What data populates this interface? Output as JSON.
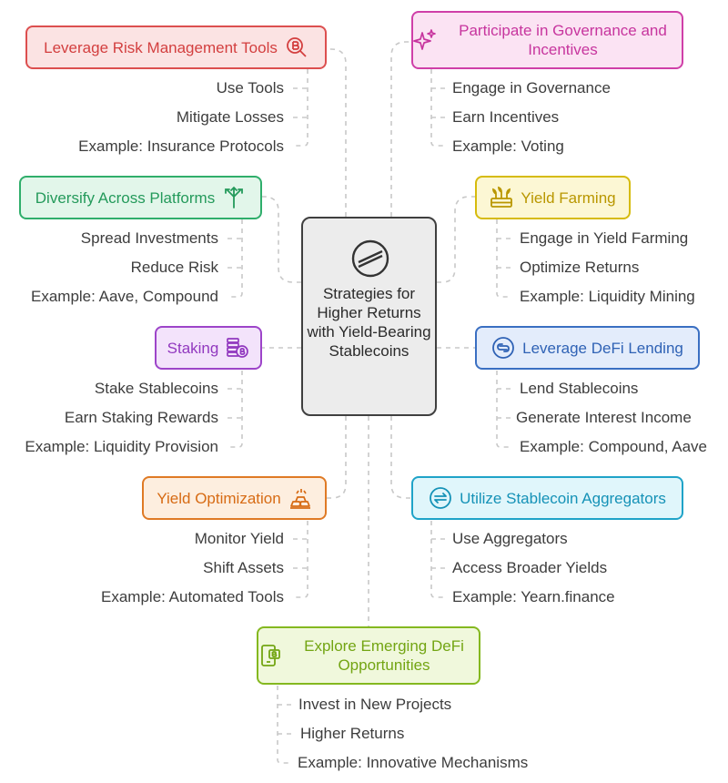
{
  "center": {
    "title": "Strategies for Higher Returns with Yield-Bearing Stablecoins",
    "icon": "stellar-logo-icon"
  },
  "branches": {
    "risk": {
      "title": "Leverage Risk Management Tools",
      "icon": "bitcoin-search-icon",
      "color": "#dc4f4f",
      "items": [
        "Use Tools",
        "Mitigate Losses",
        "Example: Insurance Protocols"
      ]
    },
    "governance": {
      "title": "Participate in Governance and Incentives",
      "icon": "sparkles-icon",
      "color": "#cf3fa8",
      "items": [
        "Engage in Governance",
        "Earn Incentives",
        "Example: Voting"
      ]
    },
    "diversify": {
      "title": "Diversify Across Platforms",
      "icon": "branching-arrows-icon",
      "color": "#2fae6b",
      "items": [
        "Spread Investments",
        "Reduce Risk",
        "Example: Aave, Compound"
      ]
    },
    "farming": {
      "title": "Yield Farming",
      "icon": "seedling-tray-icon",
      "color": "#c6a400",
      "items": [
        "Engage in Yield Farming",
        "Optimize Returns",
        "Example: Liquidity Mining"
      ]
    },
    "staking": {
      "title": "Staking",
      "icon": "coin-stack-icon",
      "color": "#9d44c9",
      "items": [
        "Stake Stablecoins",
        "Earn Staking Rewards",
        "Example: Liquidity Provision"
      ]
    },
    "lending": {
      "title": "Leverage DeFi Lending",
      "icon": "link-cycle-icon",
      "color": "#3a6fc2",
      "items": [
        "Lend Stablecoins",
        "Generate Interest Income",
        "Example: Compound, Aave"
      ]
    },
    "optimization": {
      "title": "Yield Optimization",
      "icon": "gold-bars-icon",
      "color": "#df7a25",
      "items": [
        "Monitor Yield",
        "Shift Assets",
        "Example: Automated Tools"
      ]
    },
    "aggregators": {
      "title": "Utilize Stablecoin Aggregators",
      "icon": "exchange-coin-icon",
      "color": "#1fa3c8",
      "items": [
        "Use Aggregators",
        "Access Broader Yields",
        "Example: Yearn.finance"
      ]
    },
    "emerging": {
      "title": "Explore Emerging DeFi Opportunities",
      "icon": "mobile-wallet-icon",
      "color": "#84b81f",
      "items": [
        "Invest in New Projects",
        "Higher Returns",
        "Example: Innovative Mechanisms"
      ]
    }
  }
}
